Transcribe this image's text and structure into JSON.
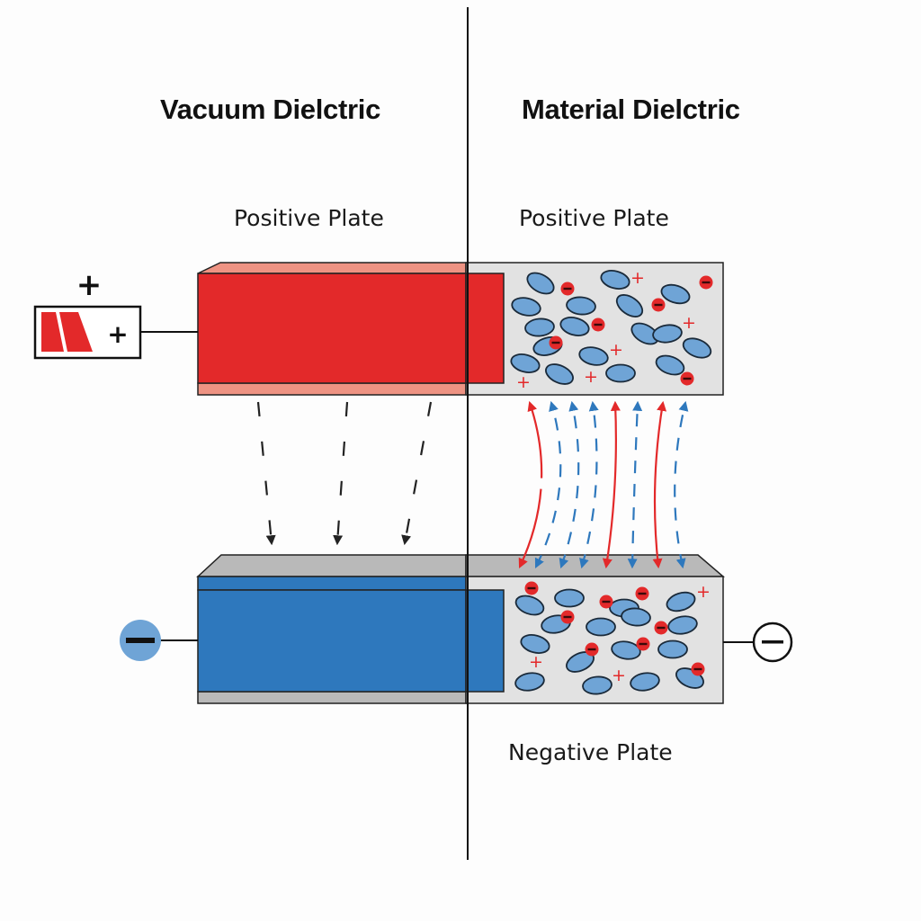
{
  "titles": {
    "left": "Vacuum Dielctric",
    "right": "Material Dielctric"
  },
  "labels": {
    "left_positive_plate": "Positive Plate",
    "right_positive_plate": "Positive Plate",
    "negative_plate": "Negative Plate"
  },
  "symbols": {
    "battery_plus_top": "+",
    "battery_plus_inner": "+",
    "negative_terminal_left": "−",
    "negative_terminal_right": "−",
    "ion_plus": "+",
    "ion_minus": "−"
  },
  "colors": {
    "positive_plate": "#e3292a",
    "positive_plate_edge": "#ee9383",
    "negative_plate": "#2e78bd",
    "negative_plate_edge": "#b9b9b9",
    "dielectric_fill": "#e0e0e0",
    "molecule_fill": "#6fa4d6",
    "charge_red": "#e3292a",
    "field_blue": "#2e78bd",
    "terminal_blue": "#6fa4d6",
    "line": "#111111"
  },
  "field_lines": {
    "vacuum_count": 3,
    "material_red_count": 3,
    "material_blue_count": 5
  }
}
